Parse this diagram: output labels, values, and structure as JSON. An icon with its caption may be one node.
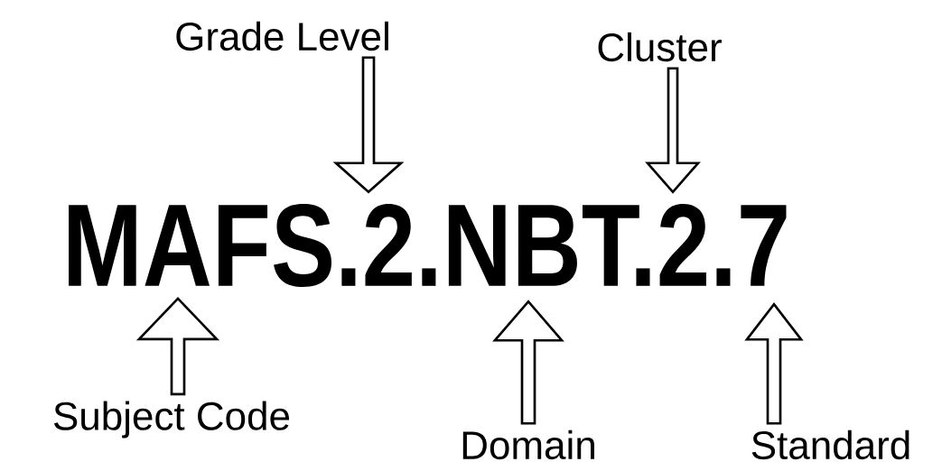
{
  "diagram": {
    "nodes": [
      {
        "text": [
          "Grade Level"
        ]
      },
      {
        "text": [
          "Cluster"
        ]
      },
      {
        "text": [
          "Subject Code"
        ]
      },
      {
        "text": [
          "Domain"
        ]
      },
      {
        "text": [
          "Standard"
        ]
      }
    ],
    "edges": [
      {
        "from": 0,
        "to": null,
        "arrow": "to"
      },
      {
        "from": 1,
        "to": null,
        "arrow": "to"
      },
      {
        "from": 2,
        "to": null,
        "arrow": "to"
      },
      {
        "from": 3,
        "to": null,
        "arrow": "to"
      },
      {
        "from": 4,
        "to": null,
        "arrow": "to"
      }
    ],
    "labels": [
      "MAFS.2.NBT.2.7"
    ]
  }
}
